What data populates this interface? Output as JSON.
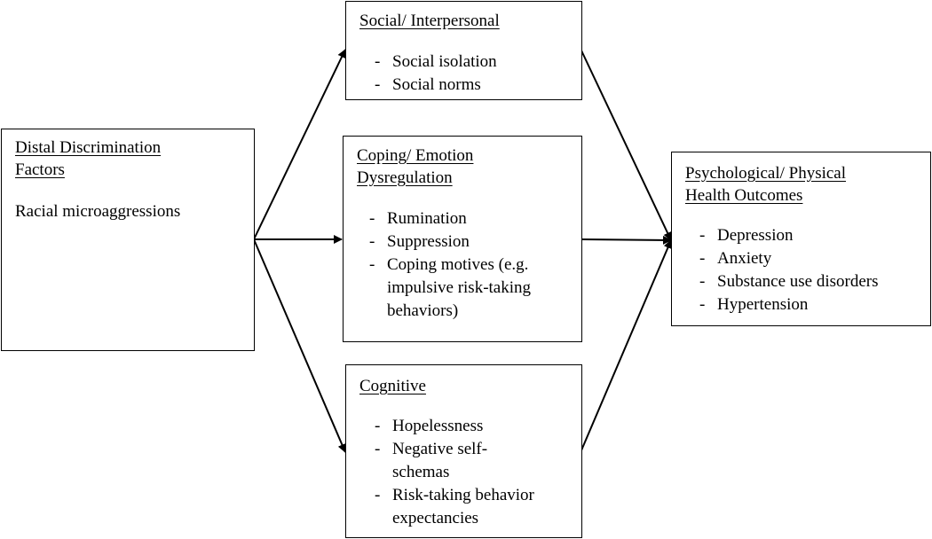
{
  "distal": {
    "title": "Distal Discrimination\nFactors",
    "text": "Racial microaggressions"
  },
  "social": {
    "title": "Social/ Interpersonal",
    "items": [
      "Social isolation",
      "Social norms"
    ]
  },
  "coping": {
    "title": "Coping/ Emotion\nDysregulation",
    "items": [
      "Rumination",
      "Suppression",
      "Coping motives (e.g.\nimpulsive risk-taking\nbehaviors)"
    ]
  },
  "cognitive": {
    "title": "Cognitive",
    "items": [
      "Hopelessness",
      "Negative self-\nschemas",
      "Risk-taking behavior\nexpectancies"
    ]
  },
  "outcomes": {
    "title": "Psychological/ Physical\nHealth Outcomes",
    "items": [
      "Depression",
      "Anxiety",
      "Substance use disorders",
      "Hypertension"
    ]
  }
}
